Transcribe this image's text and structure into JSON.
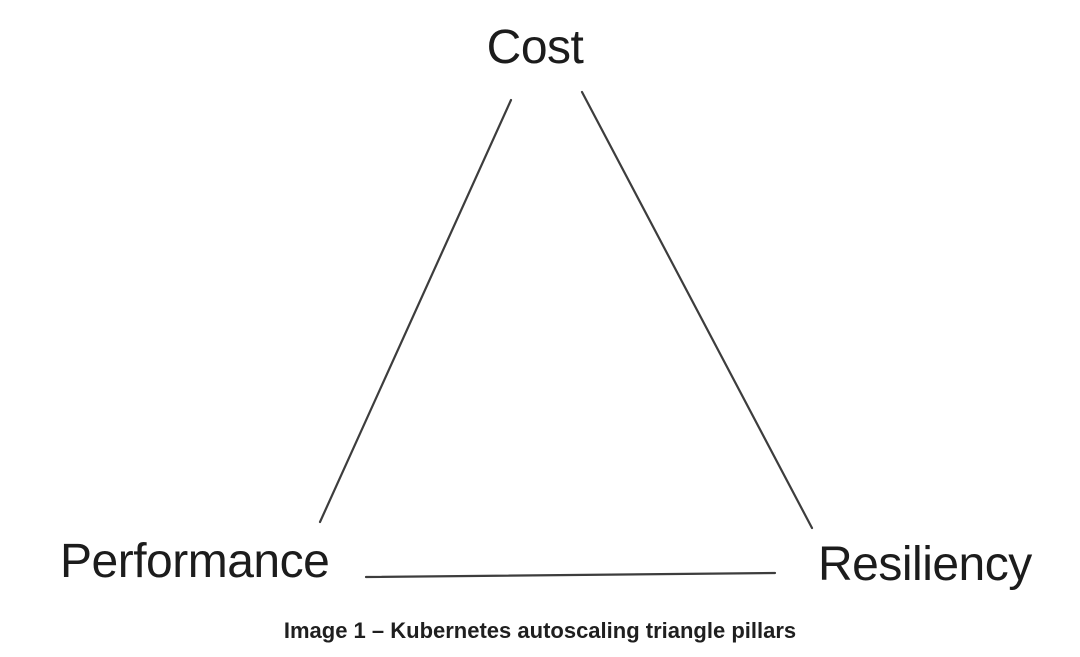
{
  "diagram": {
    "title_caption": "Image 1 – Kubernetes autoscaling triangle pillars",
    "pillars": {
      "top": "Cost",
      "bottom_left": "Performance",
      "bottom_right": "Resiliency"
    },
    "colors": {
      "background": "#ffffff",
      "line": "#3d3d3d",
      "text": "#1c1c1c"
    }
  }
}
